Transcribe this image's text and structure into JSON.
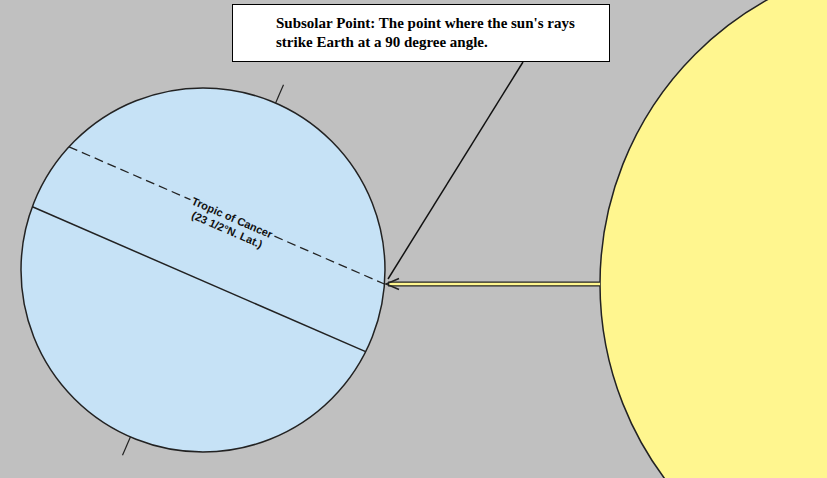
{
  "diagram": {
    "nodes": [
      {
        "text": [
          "Subsolar Point: The point where the sun's rays strike Earth at a 90 degree angle."
        ]
      }
    ],
    "labels": [
      "Tropic of Cancer",
      "(23 1/2°N. Lat.)"
    ]
  }
}
